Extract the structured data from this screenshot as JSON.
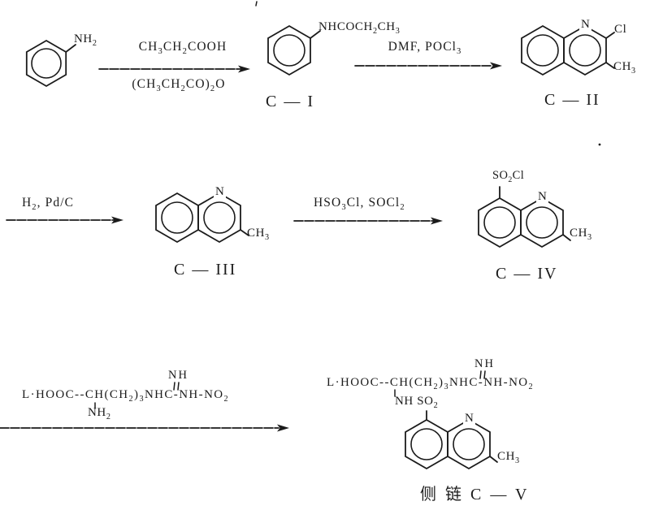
{
  "compounds": {
    "aniline": {
      "nh2": "NH_2"
    },
    "c1": {
      "amide": "NHCOCH_2CH_3",
      "label": "C — I"
    },
    "c2": {
      "n": "N",
      "cl": "Cl",
      "ch3": "CH_3",
      "label": "C — II"
    },
    "c3": {
      "n": "N",
      "ch3": "CH_3",
      "label": "C — III"
    },
    "c4": {
      "so2cl": "SO_2Cl",
      "n": "N",
      "ch3": "CH_3",
      "label": "C — IV"
    },
    "c5": {
      "backbone": "L·HOOC--CH(CH_2)_3NHC-NH-NO_2",
      "imine": "NH",
      "link": "NH SO_2",
      "n": "N",
      "ch3": "CH_3",
      "label": "侧 链 C — V"
    }
  },
  "reagents": {
    "step1_above": "CH_3CH_2COOH",
    "step1_below": "(CH_3CH_2CO)_2O",
    "step2_above": "DMF, POCl_3",
    "step3_above": "H_2, Pd/C",
    "step4_above": "HSO_3Cl, SOCl_2",
    "step5_backbone": "L·HOOC--CH(CH_2)_3NHC-NH-NO_2",
    "step5_imine": "NH",
    "step5_amine": "NH_2"
  }
}
